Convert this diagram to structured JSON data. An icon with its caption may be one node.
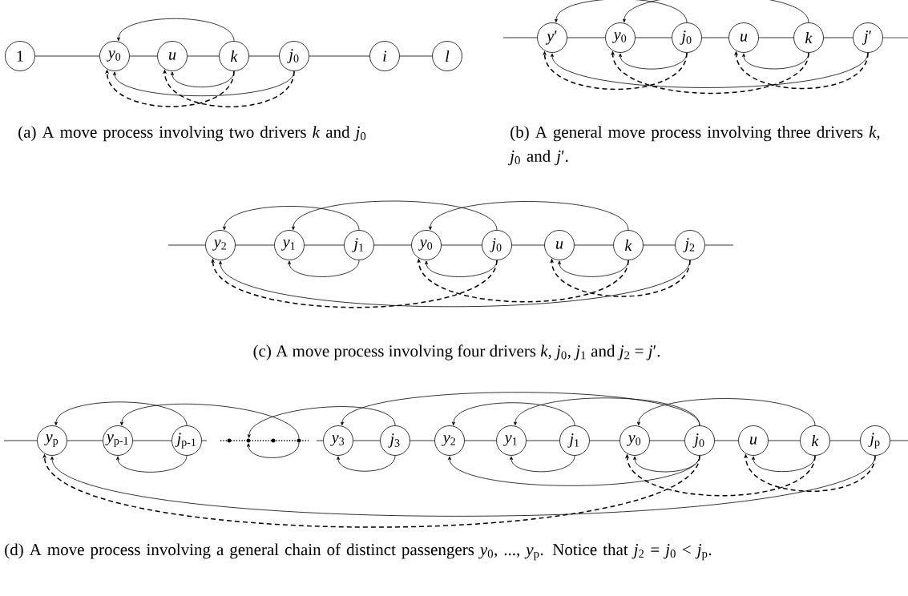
{
  "diagram": {
    "nodes": [
      {
        "text": [
          "1"
        ]
      },
      {
        "text": [
          "*y*$_{0}$"
        ]
      },
      {
        "text": [
          "*u*"
        ]
      },
      {
        "text": [
          "*k*"
        ]
      },
      {
        "text": [
          "*j*$_{0}$"
        ]
      },
      {
        "text": [
          "*i*"
        ]
      },
      {
        "text": [
          "*l*"
        ]
      },
      {
        "text": [
          "*y*′"
        ]
      },
      {
        "text": [
          "*y*$_{0}$"
        ]
      },
      {
        "text": [
          "*j*$_{0}$"
        ]
      },
      {
        "text": [
          "*u*"
        ]
      },
      {
        "text": [
          "*k*"
        ]
      },
      {
        "text": [
          "*j*′"
        ]
      },
      {
        "text": [
          "*y*$_{2}$"
        ]
      },
      {
        "text": [
          "*y*$_{1}$"
        ]
      },
      {
        "text": [
          "*j*$_{1}$"
        ]
      },
      {
        "text": [
          "*y*$_{0}$"
        ]
      },
      {
        "text": [
          "*j*$_{0}$"
        ]
      },
      {
        "text": [
          "*u*"
        ]
      },
      {
        "text": [
          "*k*"
        ]
      },
      {
        "text": [
          "*j*$_{2}$"
        ]
      },
      {
        "text": [
          "*y*$_{p}$"
        ]
      },
      {
        "text": [
          "*y*$_{p-1}$"
        ]
      },
      {
        "text": [
          "*j*$_{p-1}$"
        ]
      },
      {
        "text": [],
        "shape": "circle"
      },
      {
        "text": [],
        "shape": "circle"
      },
      {
        "text": [],
        "shape": "circle"
      },
      {
        "text": [],
        "shape": "circle"
      },
      {
        "text": [
          "*y*$_{3}$"
        ]
      },
      {
        "text": [
          "*j*$_{3}$"
        ]
      },
      {
        "text": [
          "*y*$_{2}$"
        ]
      },
      {
        "text": [
          "*y*$_{1}$"
        ]
      },
      {
        "text": [
          "*j*$_{1}$"
        ]
      },
      {
        "text": [
          "*y*$_{0}$"
        ]
      },
      {
        "text": [
          "*j*$_{0}$"
        ]
      },
      {
        "text": [
          "*u*"
        ]
      },
      {
        "text": [
          "*k*"
        ]
      },
      {
        "text": [
          "*j*$_{p}$"
        ]
      }
    ],
    "edges": [
      {
        "from": 0,
        "to": 1,
        "arrow": "none"
      },
      {
        "from": 1,
        "to": 2,
        "arrow": "none"
      },
      {
        "from": 2,
        "to": 3,
        "arrow": "none"
      },
      {
        "from": 3,
        "to": 4,
        "arrow": "none"
      },
      {
        "from": 4,
        "to": 5,
        "arrow": "none"
      },
      {
        "from": 5,
        "to": 6,
        "arrow": "none"
      },
      {
        "from": 3,
        "to": 1,
        "arrow": "to"
      },
      {
        "from": 3,
        "to": 2,
        "arrow": "to"
      },
      {
        "from": 4,
        "to": 1,
        "arrow": "to"
      },
      {
        "from": 3,
        "to": 1,
        "arrow": "to",
        "style": "dashed"
      },
      {
        "from": 4,
        "to": 2,
        "arrow": "to",
        "style": "dashed"
      },
      {
        "from": null,
        "to": 7,
        "arrow": "none"
      },
      {
        "from": 7,
        "to": 8,
        "arrow": "none"
      },
      {
        "from": 8,
        "to": 9,
        "arrow": "none"
      },
      {
        "from": 9,
        "to": 10,
        "arrow": "none"
      },
      {
        "from": 10,
        "to": 11,
        "arrow": "none"
      },
      {
        "from": 11,
        "to": 12,
        "arrow": "none"
      },
      {
        "from": 12,
        "to": null,
        "arrow": "none"
      },
      {
        "from": 9,
        "to": 7,
        "arrow": "to"
      },
      {
        "from": 11,
        "to": 8,
        "arrow": "to"
      },
      {
        "from": 9,
        "to": 8,
        "arrow": "to"
      },
      {
        "from": 11,
        "to": 10,
        "arrow": "to"
      },
      {
        "from": 12,
        "to": 7,
        "arrow": "to"
      },
      {
        "from": 9,
        "to": 7,
        "arrow": "to",
        "style": "dashed"
      },
      {
        "from": 11,
        "to": 8,
        "arrow": "to",
        "style": "dashed"
      },
      {
        "from": 12,
        "to": 10,
        "arrow": "to",
        "style": "dashed"
      },
      {
        "from": null,
        "to": 13,
        "arrow": "none"
      },
      {
        "from": 13,
        "to": 14,
        "arrow": "none"
      },
      {
        "from": 14,
        "to": 15,
        "arrow": "none"
      },
      {
        "from": 15,
        "to": 16,
        "arrow": "none"
      },
      {
        "from": 16,
        "to": 17,
        "arrow": "none"
      },
      {
        "from": 17,
        "to": 18,
        "arrow": "none"
      },
      {
        "from": 18,
        "to": 19,
        "arrow": "none"
      },
      {
        "from": 19,
        "to": 20,
        "arrow": "none"
      },
      {
        "from": 20,
        "to": null,
        "arrow": "none"
      },
      {
        "from": 15,
        "to": 13,
        "arrow": "to"
      },
      {
        "from": 17,
        "to": 14,
        "arrow": "to"
      },
      {
        "from": 19,
        "to": 16,
        "arrow": "to"
      },
      {
        "from": 15,
        "to": 14,
        "arrow": "to"
      },
      {
        "from": 17,
        "to": 16,
        "arrow": "to"
      },
      {
        "from": 19,
        "to": 18,
        "arrow": "to"
      },
      {
        "from": 20,
        "to": 13,
        "arrow": "to"
      },
      {
        "from": 17,
        "to": 13,
        "arrow": "to",
        "style": "dashed"
      },
      {
        "from": 19,
        "to": 16,
        "arrow": "to",
        "style": "dashed"
      },
      {
        "from": 20,
        "to": 18,
        "arrow": "to",
        "style": "dashed"
      },
      {
        "from": null,
        "to": 21,
        "arrow": "none"
      },
      {
        "from": 21,
        "to": 22,
        "arrow": "none"
      },
      {
        "from": 22,
        "to": 23,
        "arrow": "none"
      },
      {
        "from": 23,
        "to": null,
        "arrow": "none"
      },
      {
        "from": null,
        "to": 28,
        "arrow": "none"
      },
      {
        "from": 28,
        "to": 29,
        "arrow": "none"
      },
      {
        "from": 29,
        "to": 30,
        "arrow": "none"
      },
      {
        "from": 30,
        "to": 31,
        "arrow": "none"
      },
      {
        "from": 31,
        "to": 32,
        "arrow": "none"
      },
      {
        "from": 32,
        "to": 33,
        "arrow": "none"
      },
      {
        "from": 33,
        "to": 34,
        "arrow": "none"
      },
      {
        "from": 34,
        "to": 35,
        "arrow": "none"
      },
      {
        "from": 35,
        "to": 36,
        "arrow": "none"
      },
      {
        "from": 36,
        "to": 37,
        "arrow": "none"
      },
      {
        "from": 37,
        "to": null,
        "arrow": "none"
      },
      {
        "from": 23,
        "to": 21,
        "arrow": "to"
      },
      {
        "from": 27,
        "to": 22,
        "arrow": "to"
      },
      {
        "from": 29,
        "to": 25,
        "arrow": "to"
      },
      {
        "from": 34,
        "to": 28,
        "arrow": "to"
      },
      {
        "from": 32,
        "to": 30,
        "arrow": "to"
      },
      {
        "from": 34,
        "to": 31,
        "arrow": "to"
      },
      {
        "from": 36,
        "to": 33,
        "arrow": "to"
      },
      {
        "from": 23,
        "to": 22,
        "arrow": "to"
      },
      {
        "from": 27,
        "to": 25,
        "arrow": "to"
      },
      {
        "from": 29,
        "to": 28,
        "arrow": "to"
      },
      {
        "from": 34,
        "to": 30,
        "arrow": "to"
      },
      {
        "from": 32,
        "to": 31,
        "arrow": "to"
      },
      {
        "from": 34,
        "to": 33,
        "arrow": "to"
      },
      {
        "from": 36,
        "to": 35,
        "arrow": "to"
      },
      {
        "from": 37,
        "to": 21,
        "arrow": "to"
      },
      {
        "from": 34,
        "to": 21,
        "arrow": "to",
        "style": "dashed"
      },
      {
        "from": 36,
        "to": 33,
        "arrow": "to",
        "style": "dashed"
      },
      {
        "from": 37,
        "to": 35,
        "arrow": "to",
        "style": "dashed"
      }
    ],
    "labels": [
      "(a) A move process involving two drivers *k* and *j*$_{0}$",
      "(b) A general move process involving three drivers *k*, *j*$_{0}$ and *j*′.",
      "(c) A move process involving four drivers *k*, *j*$_{0}$, *j*$_{1}$ and *j*$_{2}$ = *j*′.",
      "(d) A move process involving a general chain of distinct passengers *y*$_{0}$, ..., *y*$_{p}$. Notice that *j*$_{2}$ = *j*$_{0}$ < *j*$_{p}$."
    ]
  }
}
